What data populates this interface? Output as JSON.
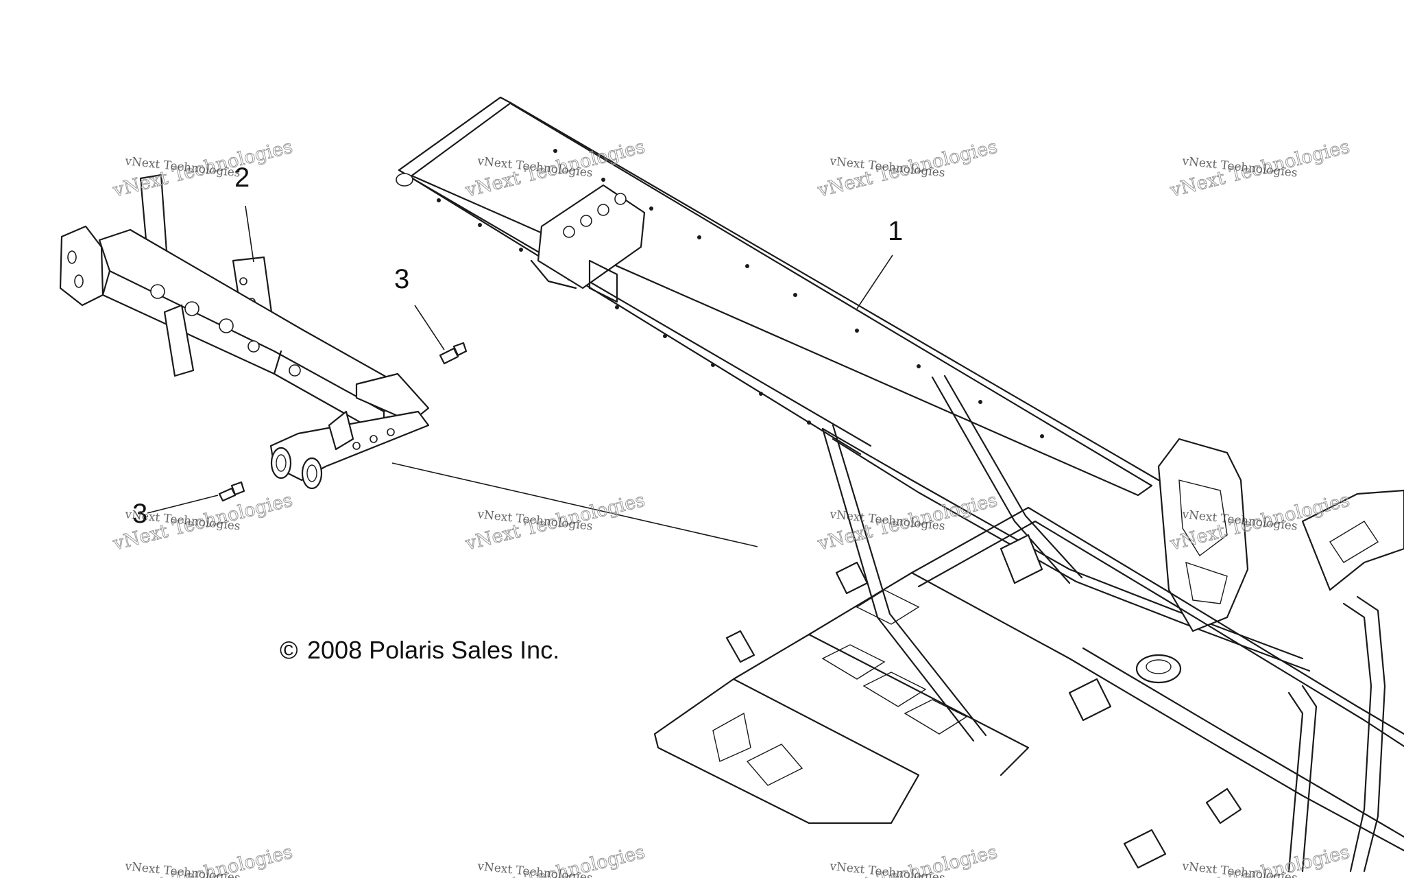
{
  "callouts": [
    {
      "label": "1",
      "part": "main-frame"
    },
    {
      "label": "2",
      "part": "front-frame-assembly"
    },
    {
      "label": "3",
      "part": "bolt-upper"
    },
    {
      "label": "3",
      "part": "bolt-lower"
    }
  ],
  "copyright": {
    "symbol": "©",
    "text": "2008 Polaris Sales Inc."
  },
  "watermark": {
    "line_a": "vNext Technologies",
    "line_b": "vNext Technologies",
    "repeat_count": 12
  },
  "colors": {
    "line": "#1a1a1a",
    "background": "#ffffff",
    "watermark": "#9a9a9a"
  }
}
